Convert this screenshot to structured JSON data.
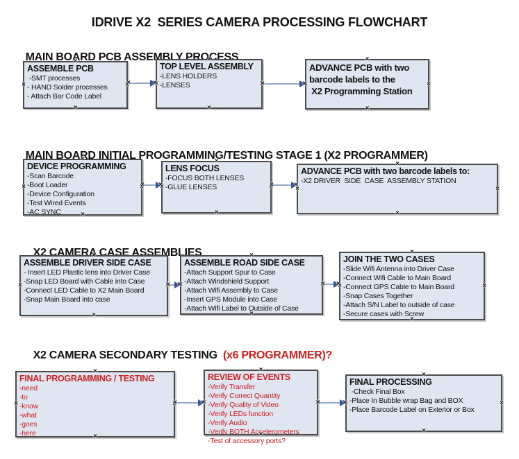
{
  "title": "IDRIVE X2  SERIES CAMERA PROCESSING FLOWCHART",
  "colors": {
    "box_fill": "#dfe6f2",
    "box_border": "#4a4a4a",
    "red_text": "#cc1f1f",
    "black_text": "#111111",
    "arrow_line": "#94a9c8",
    "arrow_head": "#32549b"
  },
  "icons": {
    "connection_handle": "connection-handle-icon (×)",
    "arrowhead": "arrowhead-icon (right-pointing triangle)"
  },
  "sections": [
    {
      "header": "MAIN BOARD PCB ASSEMBLY PROCESS",
      "header_suffix": "",
      "boxes": [
        {
          "title": "ASSEMBLE PCB",
          "items": [
            " -SMT processes",
            "- HAND Solder processes",
            "- Attach Bar Code Label"
          ]
        },
        {
          "title": "TOP LEVEL ASSEMBLY",
          "items": [
            "-LENS HOLDERS",
            "-LENSES"
          ]
        },
        {
          "title": "ADVANCE PCB with two\nbarcode labels to the\n X2 Programming Station",
          "items": []
        }
      ]
    },
    {
      "header": "MAIN BOARD INITIAL PROGRAMMING/TESTING STAGE 1 (X2 PROGRAMMER)",
      "header_suffix": "",
      "boxes": [
        {
          "title": "DEVICE PROGRAMMING",
          "items": [
            "-Scan Barcode",
            "-Boot Loader",
            "-Device Configuration",
            "-Test Wired Events",
            "-AC SYNC"
          ]
        },
        {
          "title": "LENS FOCUS",
          "items": [
            "-FOCUS BOTH LENSES",
            "-GLUE LENSES"
          ]
        },
        {
          "title": "ADVANCE PCB with two barcode labels to:",
          "items": [
            "-X2 DRIVER  SIDE  CASE  ASSEMBLY STATION"
          ]
        }
      ]
    },
    {
      "header": "X2 CAMERA CASE ASSEMBLIES",
      "header_suffix": "",
      "boxes": [
        {
          "title": "ASSEMBLE DRIVER SIDE CASE",
          "items": [
            "- Insert LED Plastic lens into Driver Case",
            "-Snap LED Board with Cable into Case",
            "-Connect LED Cable to X2 Main Board",
            "-Snap Main Board into case"
          ]
        },
        {
          "title": "ASSEMBLE ROAD SIDE CASE",
          "items": [
            "-Attach Support Spur to Case",
            "-Attach Windshield Support",
            "-Attach Wifi Assembly to Case",
            "-Insert GPS Module into Case",
            "-Attach Wifi Label to Outside of Case"
          ]
        },
        {
          "title": "JOIN THE TWO CASES",
          "items": [
            "-Slide Wifi Antenna into Driver Case",
            "-Connect Wifi Cable to Main Board",
            "-Connect GPS Cable to Main Board",
            "-Snap Cases Together",
            "-Attach S/N Label to outside of case",
            "-Secure cases with Screw"
          ]
        }
      ]
    },
    {
      "header": "X2 CAMERA SECONDARY TESTING  ",
      "header_suffix": "(x6 PROGRAMMER)?",
      "boxes": [
        {
          "title": "FINAL PROGRAMMING / TESTING",
          "items": [
            "-need",
            "-to",
            "-know",
            "-what",
            "-goes",
            "-here"
          ]
        },
        {
          "title": "REVIEW OF EVENTS",
          "items": [
            "-Verify Transfer",
            "-Verify Correct Quantity",
            "-Verify Quality of Video",
            "-Verify LEDs function",
            "-Verify Audio",
            "-Verify BOTH Accelerometers",
            "-Test of accessory ports?"
          ]
        },
        {
          "title": "FINAL PROCESSING",
          "items": [
            " -Check Final Box",
            "-Place In Bubble wrap Bag and BOX",
            "-Place Barcode Label on Exterior or Box"
          ]
        }
      ]
    }
  ]
}
